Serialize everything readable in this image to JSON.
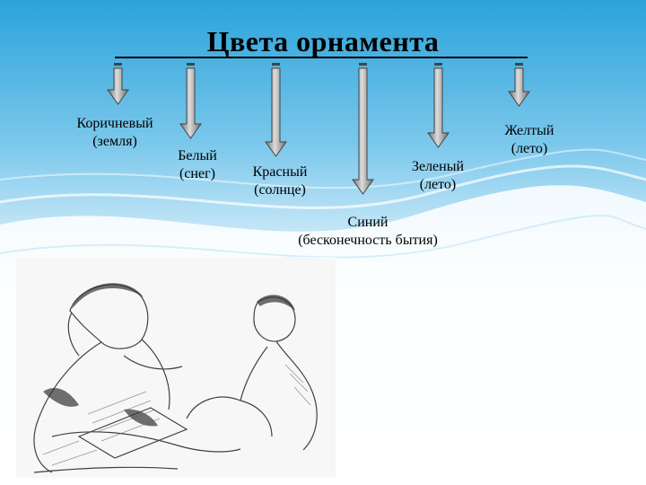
{
  "title": "Цвета орнамента",
  "colors": [
    {
      "name": "Коричневый",
      "meaning": "(земля)"
    },
    {
      "name": "Белый",
      "meaning": "(снег)"
    },
    {
      "name": "Красный",
      "meaning": "(солнце)"
    },
    {
      "name": "Синий",
      "meaning": "(бесконечность бытия)"
    },
    {
      "name": "Зеленый",
      "meaning": "(лето)"
    },
    {
      "name": "Желтый",
      "meaning": "(лето)"
    }
  ],
  "theme": {
    "background_top": "#2a9fd6",
    "background_light": "#e7f5fc",
    "arrow_fill": "#a9a9a9"
  }
}
